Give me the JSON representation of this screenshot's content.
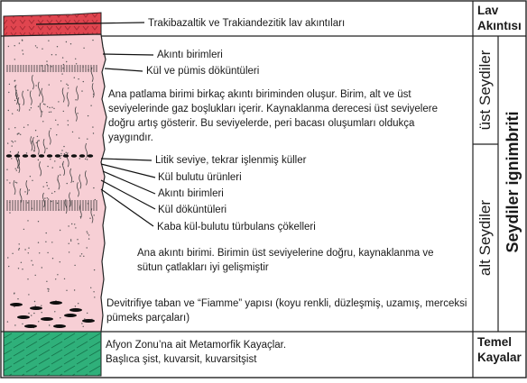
{
  "labels": {
    "lav_flows": "Trakibazaltik ve Trakiandezitik lav akıntıları",
    "flow_units_top": "Akıntı birimleri",
    "ash_pumice": "Kül ve pümis döküntüleri",
    "main_eruption": "Ana patlama birimi birkaç akıntı biriminden oluşur. Birim, alt ve üst seviyelerinde gaz boşlukları içerir. Kaynaklanma derecesi üst seviyelere doğru artış gösterir. Bu seviyelerde, peri bacası oluşumları oldukça yaygındır.",
    "lithic_level": "Litik seviye,  tekrar işlenmiş küller",
    "ash_cloud_products": "Kül bulutu ürünleri",
    "flow_units_mid": "Akıntı birimleri",
    "ash_fallout": "Kül döküntüleri",
    "coarse_ash_cloud": "Kaba kül-bulutu türbulans çökelleri",
    "main_flow": "Ana akıntı birimi. Birimin üst seviyelerine doğru, kaynaklanma ve sütun çatlakları iyi gelişmiştir",
    "devitrified_base": "Devitrifiye taban ve “Fiamme” yapısı (koyu renkli, düzleşmiş, uzamış, merceksi pümeks parçaları)",
    "afyon_zone": "Afyon Zonu’na ait Metamorfik Kayaçlar.",
    "rock_types": "Başlıca şist, kuvarsit, kuvarsitşist"
  },
  "columns": {
    "lav_header": [
      "Lav",
      "Akıntısı"
    ],
    "upper_seydiler": "üst Seydiler",
    "lower_seydiler": "alt Seydiler",
    "seydiler_ignimbrite": "Seydiler ignimbriti",
    "basement_header": [
      "Temel",
      "Kayalar"
    ]
  },
  "colors": {
    "lava": "#e0454f",
    "ignimbrite": "#f7cfd5",
    "basement": "#2fb07a",
    "outline": "#222222"
  }
}
